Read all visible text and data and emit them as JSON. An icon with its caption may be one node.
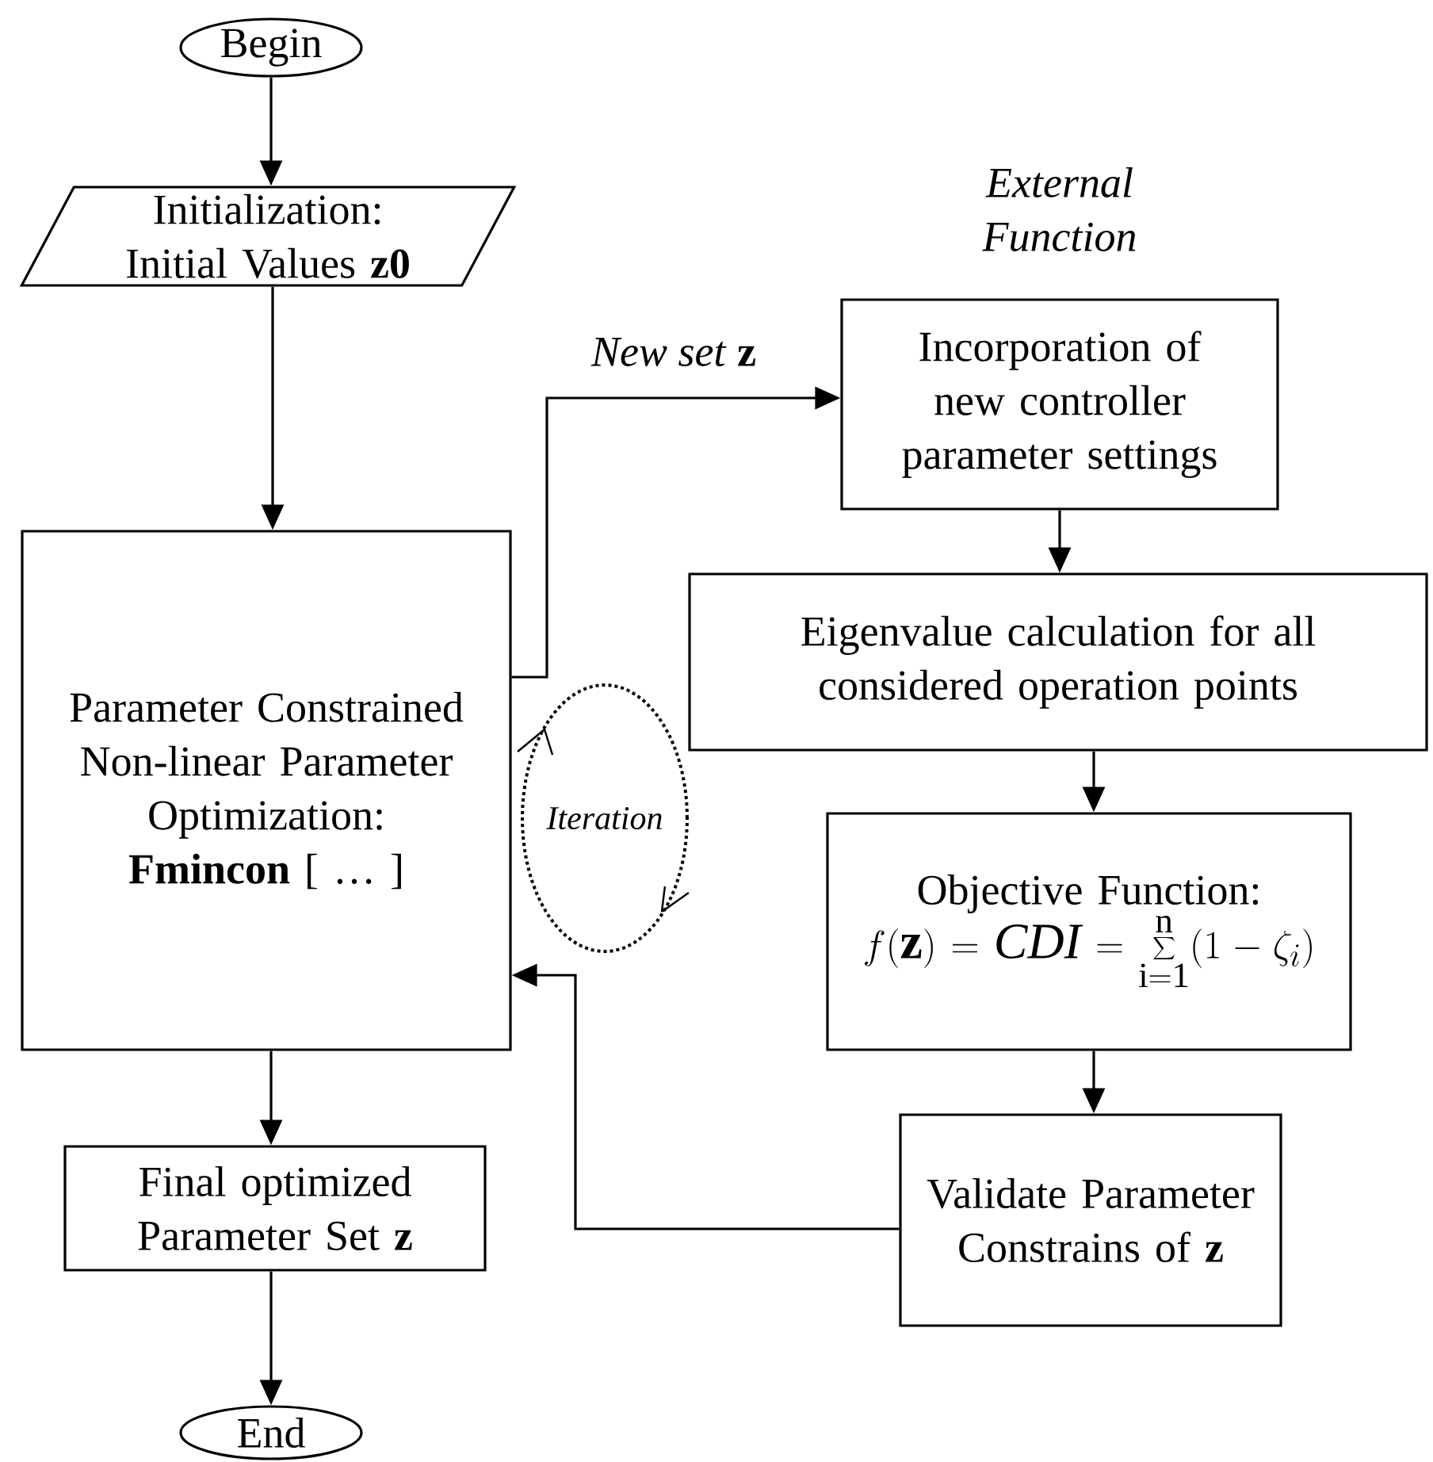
{
  "diagram": {
    "nodes": [
      {
        "text": [
          "Begin"
        ]
      },
      {
        "text": [
          "Initialization: Initial Values **z0**"
        ]
      },
      {
        "text": [
          "Parameter Constrained Non-linear Parameter Optimization:",
          "**Fmincon** [ … ]"
        ]
      },
      {
        "text": [
          "Final optimized Parameter Set **z**"
        ]
      },
      {
        "text": [
          "End"
        ]
      },
      {
        "text": [
          "Incorporation of new controller parameter settings"
        ],
        "beside": [
          "External Function"
        ]
      },
      {
        "text": [
          "Eigenvalue calculation for all considered operation points"
        ]
      },
      {
        "text": [
          "Objective Function:",
          "f(\\mathbf{z})=\\mathit{CDI}=\\sum_{\\mathrm{i=1}}^{\\mathrm{n}}(1-\\zeta_i)"
        ]
      },
      {
        "text": [
          "Validate Parameter Constrains of **z**"
        ]
      },
      {
        "text": [
          "Iteration"
        ]
      }
    ],
    "edges": [
      {
        "from": 0,
        "to": 1,
        "arrow": "to"
      },
      {
        "from": 1,
        "to": 2,
        "arrow": "to"
      },
      {
        "from": 2,
        "to": 5,
        "arrow": "to",
        "label": "*New set* **z**"
      },
      {
        "from": 5,
        "to": 6,
        "arrow": "to"
      },
      {
        "from": 6,
        "to": 7,
        "arrow": "to"
      },
      {
        "from": 7,
        "to": 8,
        "arrow": "to"
      },
      {
        "from": 8,
        "to": 2,
        "arrow": "to"
      },
      {
        "from": 2,
        "to": 3,
        "arrow": "to"
      },
      {
        "from": 3,
        "to": 4,
        "arrow": "to"
      }
    ]
  }
}
